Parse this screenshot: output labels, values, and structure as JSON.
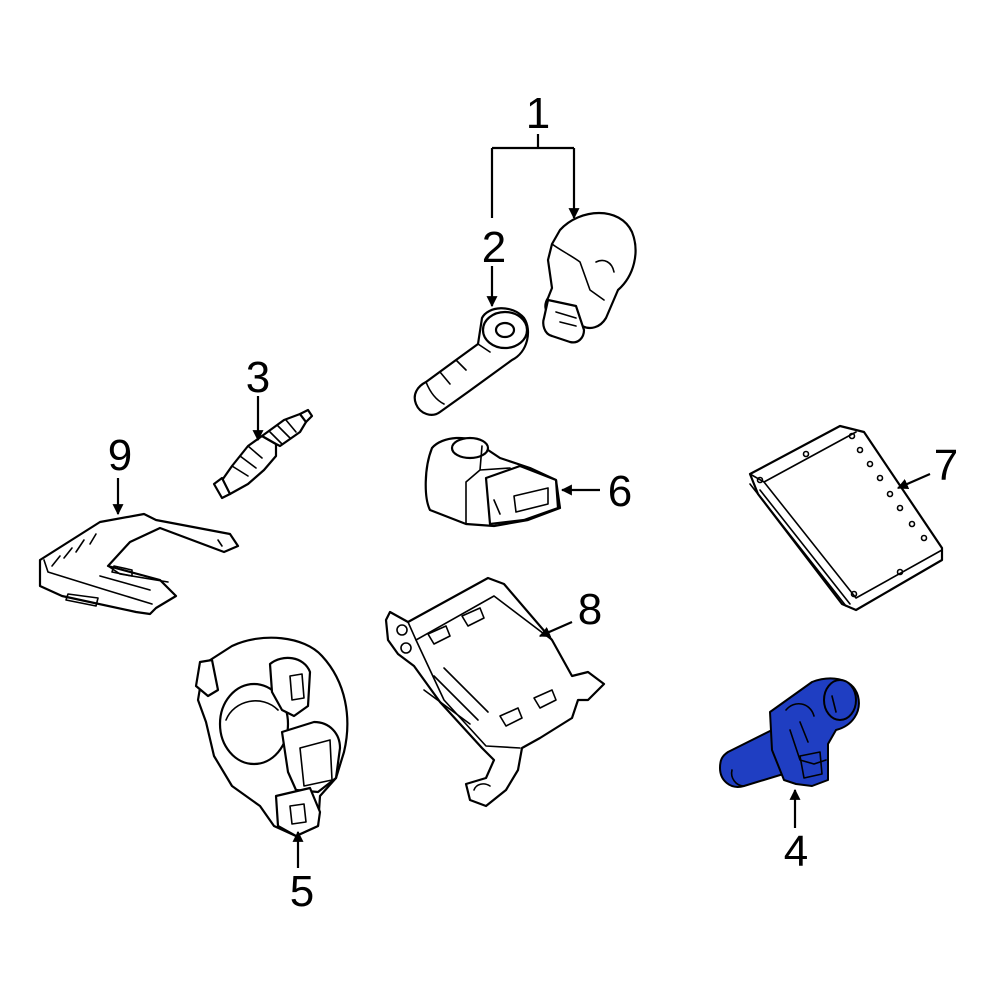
{
  "callouts": [
    {
      "id": "1",
      "text": "1"
    },
    {
      "id": "2",
      "text": "2"
    },
    {
      "id": "3",
      "text": "3"
    },
    {
      "id": "4",
      "text": "4"
    },
    {
      "id": "5",
      "text": "5"
    },
    {
      "id": "6",
      "text": "6"
    },
    {
      "id": "7",
      "text": "7"
    },
    {
      "id": "8",
      "text": "8"
    },
    {
      "id": "9",
      "text": "9"
    }
  ],
  "highlight_color": "#1f3ec2",
  "highlighted_part": "4"
}
